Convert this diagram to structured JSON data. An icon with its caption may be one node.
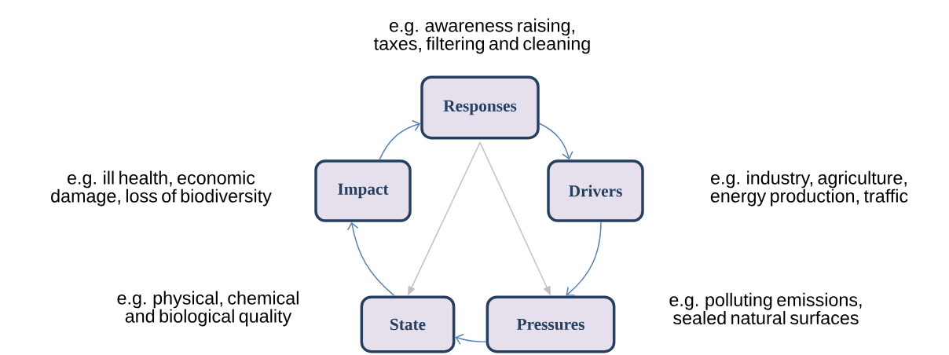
{
  "diagram": {
    "nodes": [
      {
        "text": [
          "Responses"
        ],
        "beside": [
          "e.g. awareness raising, taxes, filtering and cleaning"
        ]
      },
      {
        "text": [
          "Drivers"
        ],
        "beside": [
          "e.g. industry, agriculture, energy production, traffic"
        ]
      },
      {
        "text": [
          "Pressures"
        ],
        "beside": [
          "e.g. polluting emissions, sealed natural surfaces"
        ]
      },
      {
        "text": [
          "State"
        ],
        "beside": [
          "e.g. physical, chemical and biological quality"
        ]
      },
      {
        "text": [
          "Impact"
        ],
        "beside": [
          "e.g. ill health, economic damage, loss of biodiversity"
        ]
      }
    ],
    "edges": [
      {
        "from": 0,
        "to": 1,
        "arrow": "to"
      },
      {
        "from": 1,
        "to": 2,
        "arrow": "to"
      },
      {
        "from": 2,
        "to": 3,
        "arrow": "to"
      },
      {
        "from": 3,
        "to": 4,
        "arrow": "to"
      },
      {
        "from": 4,
        "to": 0,
        "arrow": "to"
      },
      {
        "from": 0,
        "to": 3,
        "arrow": "to",
        "color": "#c0c0c0"
      },
      {
        "from": 0,
        "to": 2,
        "arrow": "to",
        "color": "#c0c0c0"
      }
    ]
  }
}
